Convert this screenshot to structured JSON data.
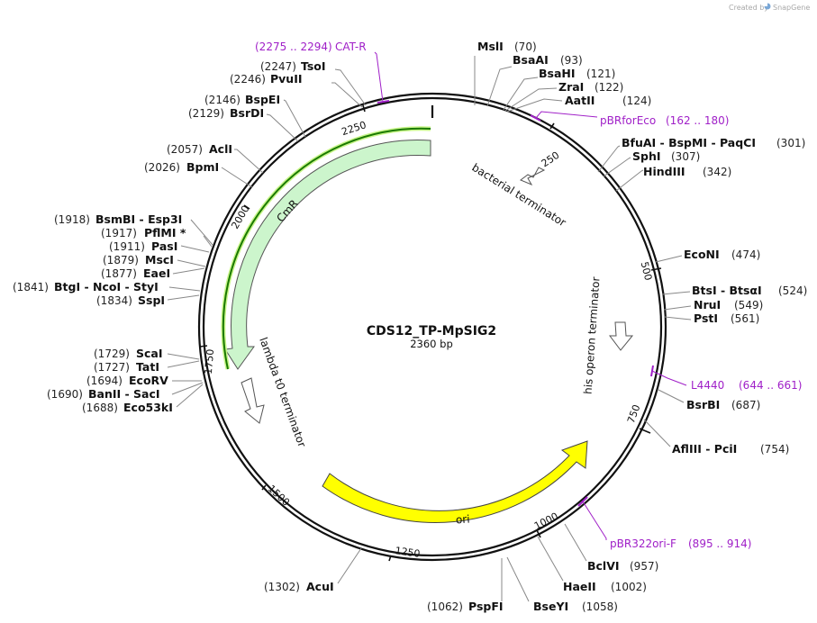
{
  "credit": {
    "prefix": "Created by",
    "brand": "SnapGene"
  },
  "plasmid": {
    "name": "CDS12_TP-MpSIG2",
    "length_label": "2360 bp",
    "length": 2360
  },
  "ticks": [
    "250",
    "500",
    "750",
    "1000",
    "1250",
    "1500",
    "1750",
    "2000",
    "2250"
  ],
  "features": [
    {
      "id": "bacterial-terminator",
      "label": "bacterial terminator",
      "type": "terminator"
    },
    {
      "id": "his-operon-terminator",
      "label": "his operon terminator",
      "type": "terminator"
    },
    {
      "id": "lambda-t0-terminator",
      "label": "lambda t0 terminator",
      "type": "terminator"
    },
    {
      "id": "cmr",
      "label": "CmR",
      "type": "cds"
    },
    {
      "id": "ori",
      "label": "ori",
      "type": "rep_origin"
    }
  ],
  "primers": [
    {
      "id": "cat-r",
      "range": "(2275 .. 2294)",
      "name": "CAT-R"
    },
    {
      "id": "pbrforeco",
      "range": "(162 .. 180)",
      "name": "pBRforEco"
    },
    {
      "id": "l4440",
      "range": "(644 .. 661)",
      "name": "L4440"
    },
    {
      "id": "pbr322ori-f",
      "range": "(895 .. 914)",
      "name": "pBR322ori-F"
    }
  ],
  "sites_right": [
    {
      "id": "msli",
      "name": "MslI",
      "pos": "(70)"
    },
    {
      "id": "bsaai",
      "name": "BsaAI",
      "pos": "(93)"
    },
    {
      "id": "bsahi",
      "name": "BsaHI",
      "pos": "(121)"
    },
    {
      "id": "zrai",
      "name": "ZraI",
      "pos": "(122)"
    },
    {
      "id": "aatii",
      "name": "AatII",
      "pos": "(124)"
    },
    {
      "id": "bfuai",
      "name": "BfuAI - BspMI - PaqCI",
      "pos": "(301)"
    },
    {
      "id": "sphi",
      "name": "SphI",
      "pos": "(307)"
    },
    {
      "id": "hindiii",
      "name": "HindIII",
      "pos": "(342)"
    },
    {
      "id": "econi",
      "name": "EcoNI",
      "pos": "(474)"
    },
    {
      "id": "btsi",
      "name": "BtsI - BtsαI",
      "pos": "(524)"
    },
    {
      "id": "nrui",
      "name": "NruI",
      "pos": "(549)"
    },
    {
      "id": "psti",
      "name": "PstI",
      "pos": "(561)"
    },
    {
      "id": "bsrbi",
      "name": "BsrBI",
      "pos": "(687)"
    },
    {
      "id": "afliii",
      "name": "AflIII - PciI",
      "pos": "(754)"
    },
    {
      "id": "bclvi",
      "name": "BclVI",
      "pos": "(957)"
    },
    {
      "id": "haeii",
      "name": "HaeII",
      "pos": "(1002)"
    },
    {
      "id": "bseyi",
      "name": "BseYI",
      "pos": "(1058)"
    }
  ],
  "sites_left": [
    {
      "id": "tsoi",
      "name": "TsoI",
      "pos": "(2247)"
    },
    {
      "id": "pvuii",
      "name": "PvuII",
      "pos": "(2246)"
    },
    {
      "id": "bspei",
      "name": "BspEI",
      "pos": "(2146)"
    },
    {
      "id": "bsrdi",
      "name": "BsrDI",
      "pos": "(2129)"
    },
    {
      "id": "acli",
      "name": "AclI",
      "pos": "(2057)"
    },
    {
      "id": "bpmi",
      "name": "BpmI",
      "pos": "(2026)"
    },
    {
      "id": "bsmbi",
      "name": "BsmBI - Esp3I",
      "pos": "(1918)"
    },
    {
      "id": "pflmi",
      "name": "PflMI *",
      "pos": "(1917)"
    },
    {
      "id": "pasi",
      "name": "PasI",
      "pos": "(1911)"
    },
    {
      "id": "msci",
      "name": "MscI",
      "pos": "(1879)"
    },
    {
      "id": "eaei",
      "name": "EaeI",
      "pos": "(1877)"
    },
    {
      "id": "btgi",
      "name": "BtgI - NcoI - StyI",
      "pos": "(1841)"
    },
    {
      "id": "sspi",
      "name": "SspI",
      "pos": "(1834)"
    },
    {
      "id": "scai",
      "name": "ScaI",
      "pos": "(1729)"
    },
    {
      "id": "tati",
      "name": "TatI",
      "pos": "(1727)"
    },
    {
      "id": "ecorv",
      "name": "EcoRV",
      "pos": "(1694)"
    },
    {
      "id": "banii",
      "name": "BanII - SacI",
      "pos": "(1690)"
    },
    {
      "id": "eco53ki",
      "name": "Eco53kI",
      "pos": "(1688)"
    },
    {
      "id": "acui",
      "name": "AcuI",
      "pos": "(1302)"
    },
    {
      "id": "pspfi",
      "name": "PspFI",
      "pos": "(1062)"
    }
  ],
  "colors": {
    "backbone": "#111111",
    "primer": "#a020c8",
    "cmr_fill": "#ccf5cc",
    "cmr_highlight": "#1a7a00",
    "ori_fill": "#ffff00",
    "terminator_fill": "#ffffff"
  }
}
